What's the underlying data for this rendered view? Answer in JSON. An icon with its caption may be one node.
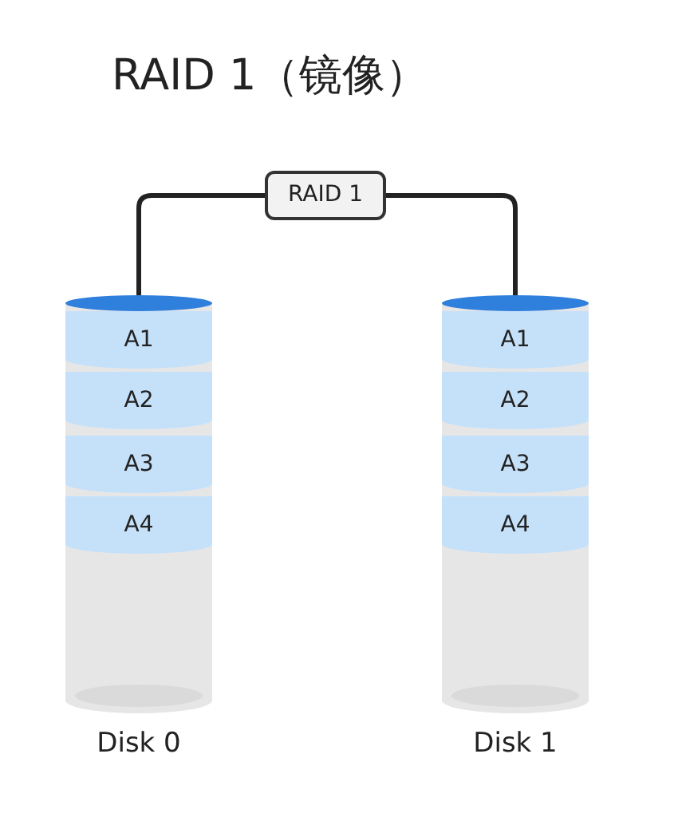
{
  "diagram": {
    "title": "RAID 1（镜像）",
    "nodes": [
      {
        "text": [
          "RAID 1"
        ]
      },
      {
        "text": [
          "Disk 0"
        ]
      },
      {
        "text": [
          "A1"
        ],
        "in": 1
      },
      {
        "text": [
          "A2"
        ],
        "in": 1
      },
      {
        "text": [
          "A3"
        ],
        "in": 1
      },
      {
        "text": [
          "A4"
        ],
        "in": 1
      },
      {
        "text": [
          "Disk 1"
        ]
      },
      {
        "text": [
          "A1"
        ],
        "in": 6
      },
      {
        "text": [
          "A2"
        ],
        "in": 6
      },
      {
        "text": [
          "A3"
        ],
        "in": 6
      },
      {
        "text": [
          "A4"
        ],
        "in": 6
      }
    ],
    "edges": [
      {
        "from": 0,
        "to": 1,
        "arrow": "none"
      },
      {
        "from": 0,
        "to": 6,
        "arrow": "none"
      }
    ]
  }
}
